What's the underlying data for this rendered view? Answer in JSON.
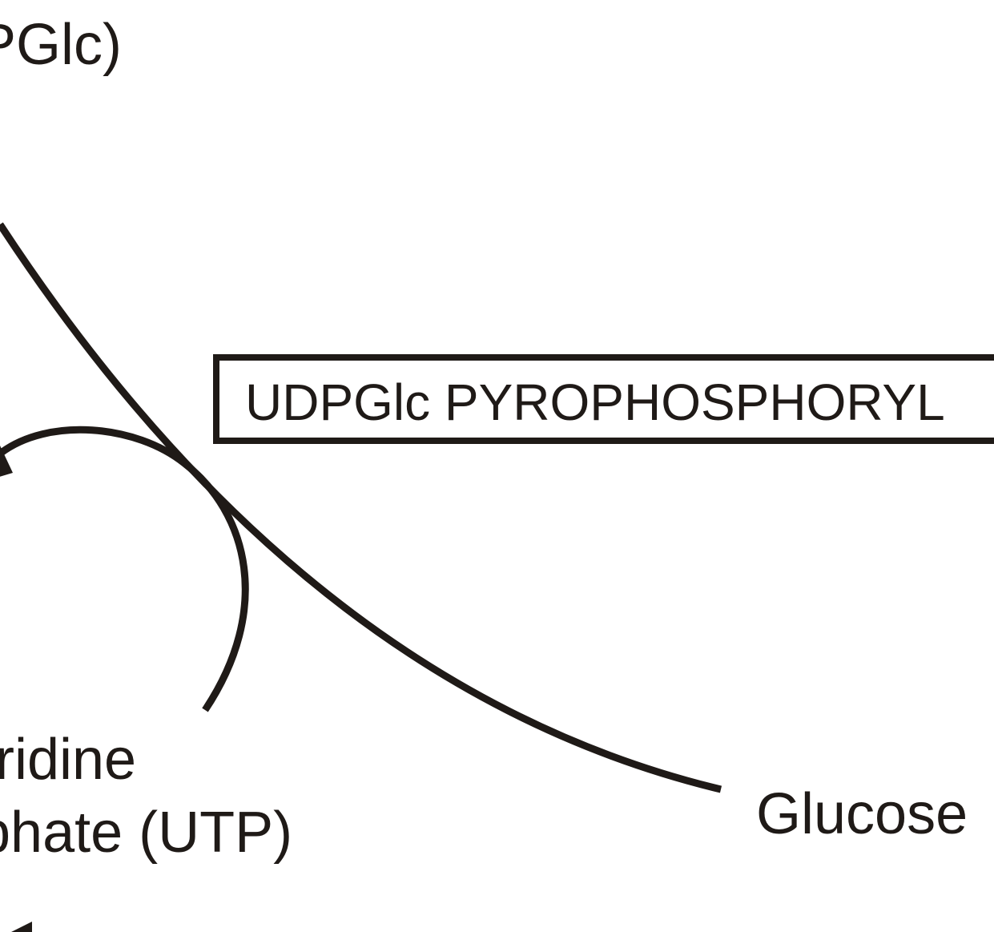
{
  "labels": {
    "top_partial": "PGlc)",
    "utp_line1": "ridine",
    "utp_line2": "phate (UTP)",
    "glucose_partial": "Glucose",
    "enzyme_partial": "UDPGlc PYROPHOSPHORYL"
  },
  "colors": {
    "ink": "#1f1a17",
    "background": "#ffffff"
  }
}
